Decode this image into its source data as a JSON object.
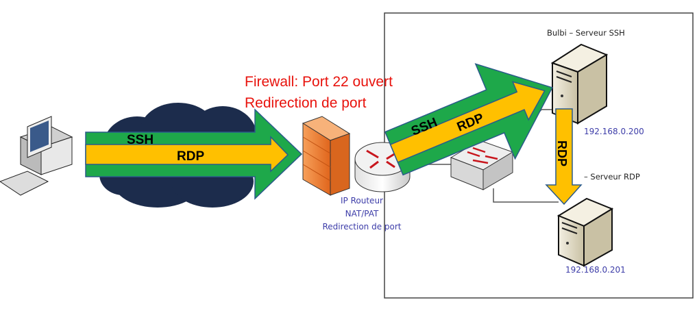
{
  "firewall_note": {
    "line1": "Firewall: Port 22 ouvert",
    "line2": "Redirection de port",
    "color": "#e8120c"
  },
  "flows": {
    "main_ssh": "SSH",
    "main_rdp": "RDP",
    "lan_ssh": "SSH",
    "lan_rdp": "RDP",
    "to_rdp_server": "RDP"
  },
  "router": {
    "line1": "IP Routeur",
    "line2": "NAT/PAT",
    "line3": "Redirection de port"
  },
  "servers": {
    "ssh": {
      "name": "Bulbi – Serveur SSH",
      "ip": "192.168.0.200"
    },
    "rdp": {
      "name": "– Serveur RDP",
      "ip": "192.168.0.201"
    }
  },
  "colors": {
    "arrow_green": "#1ea84a",
    "arrow_yellow": "#ffc000",
    "label_blue": "#3c3ca8",
    "cloud": "#1c2c4c",
    "firewall": "#f08a3c"
  }
}
